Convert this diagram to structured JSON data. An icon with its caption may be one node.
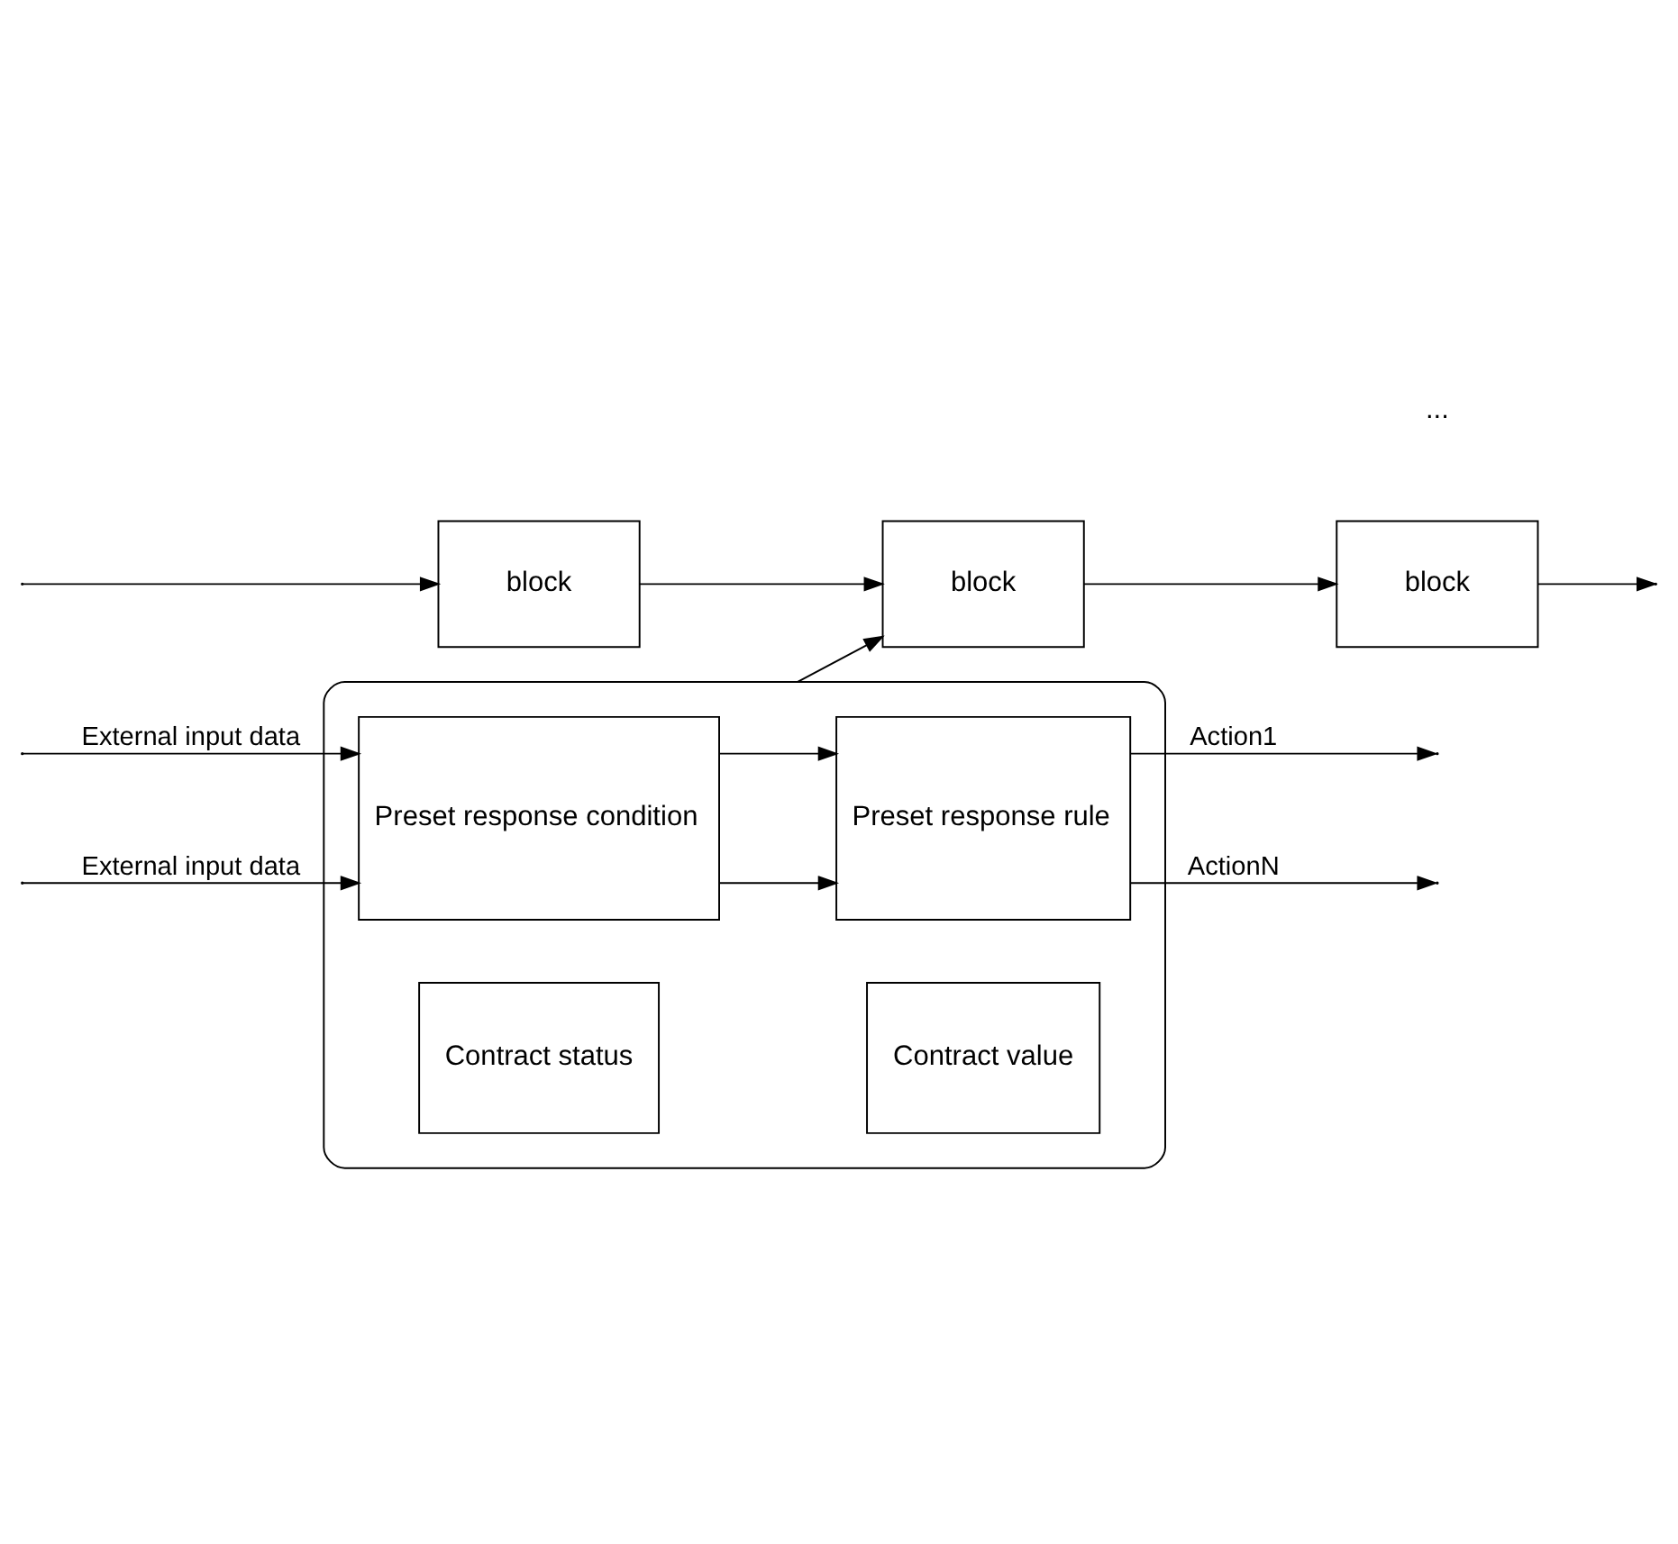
{
  "diagram": {
    "nodes": [
      {
        "text": [],
        "shape": "box"
      },
      {
        "text": [
          "Preset response condition"
        ],
        "in": 0
      },
      {
        "text": [
          "Preset response rule"
        ],
        "in": 0
      },
      {
        "text": [
          "Contract status"
        ],
        "in": 0
      },
      {
        "text": [
          "Contract value"
        ],
        "in": 0
      },
      {
        "text": [
          "block"
        ]
      },
      {
        "text": [
          "block"
        ]
      },
      {
        "text": [
          "block"
        ]
      }
    ],
    "edges": [
      {
        "from": null,
        "to": 1,
        "arrow": "to",
        "label": "External input data"
      },
      {
        "from": null,
        "to": 1,
        "arrow": "to",
        "label": "External input data"
      },
      {
        "from": 1,
        "to": 2,
        "arrow": "to"
      },
      {
        "from": 1,
        "to": 2,
        "arrow": "to"
      },
      {
        "from": 2,
        "to": null,
        "arrow": "to",
        "label": "Action1"
      },
      {
        "from": 2,
        "to": null,
        "arrow": "to",
        "label": "ActionN"
      },
      {
        "from": 0,
        "to": 6,
        "arrow": "to"
      },
      {
        "from": null,
        "to": 5,
        "arrow": "to"
      },
      {
        "from": 5,
        "to": 6,
        "arrow": "to"
      },
      {
        "from": 6,
        "to": 7,
        "arrow": "to"
      },
      {
        "from": 7,
        "to": null,
        "arrow": "to"
      }
    ],
    "labels": [
      "..."
    ]
  }
}
